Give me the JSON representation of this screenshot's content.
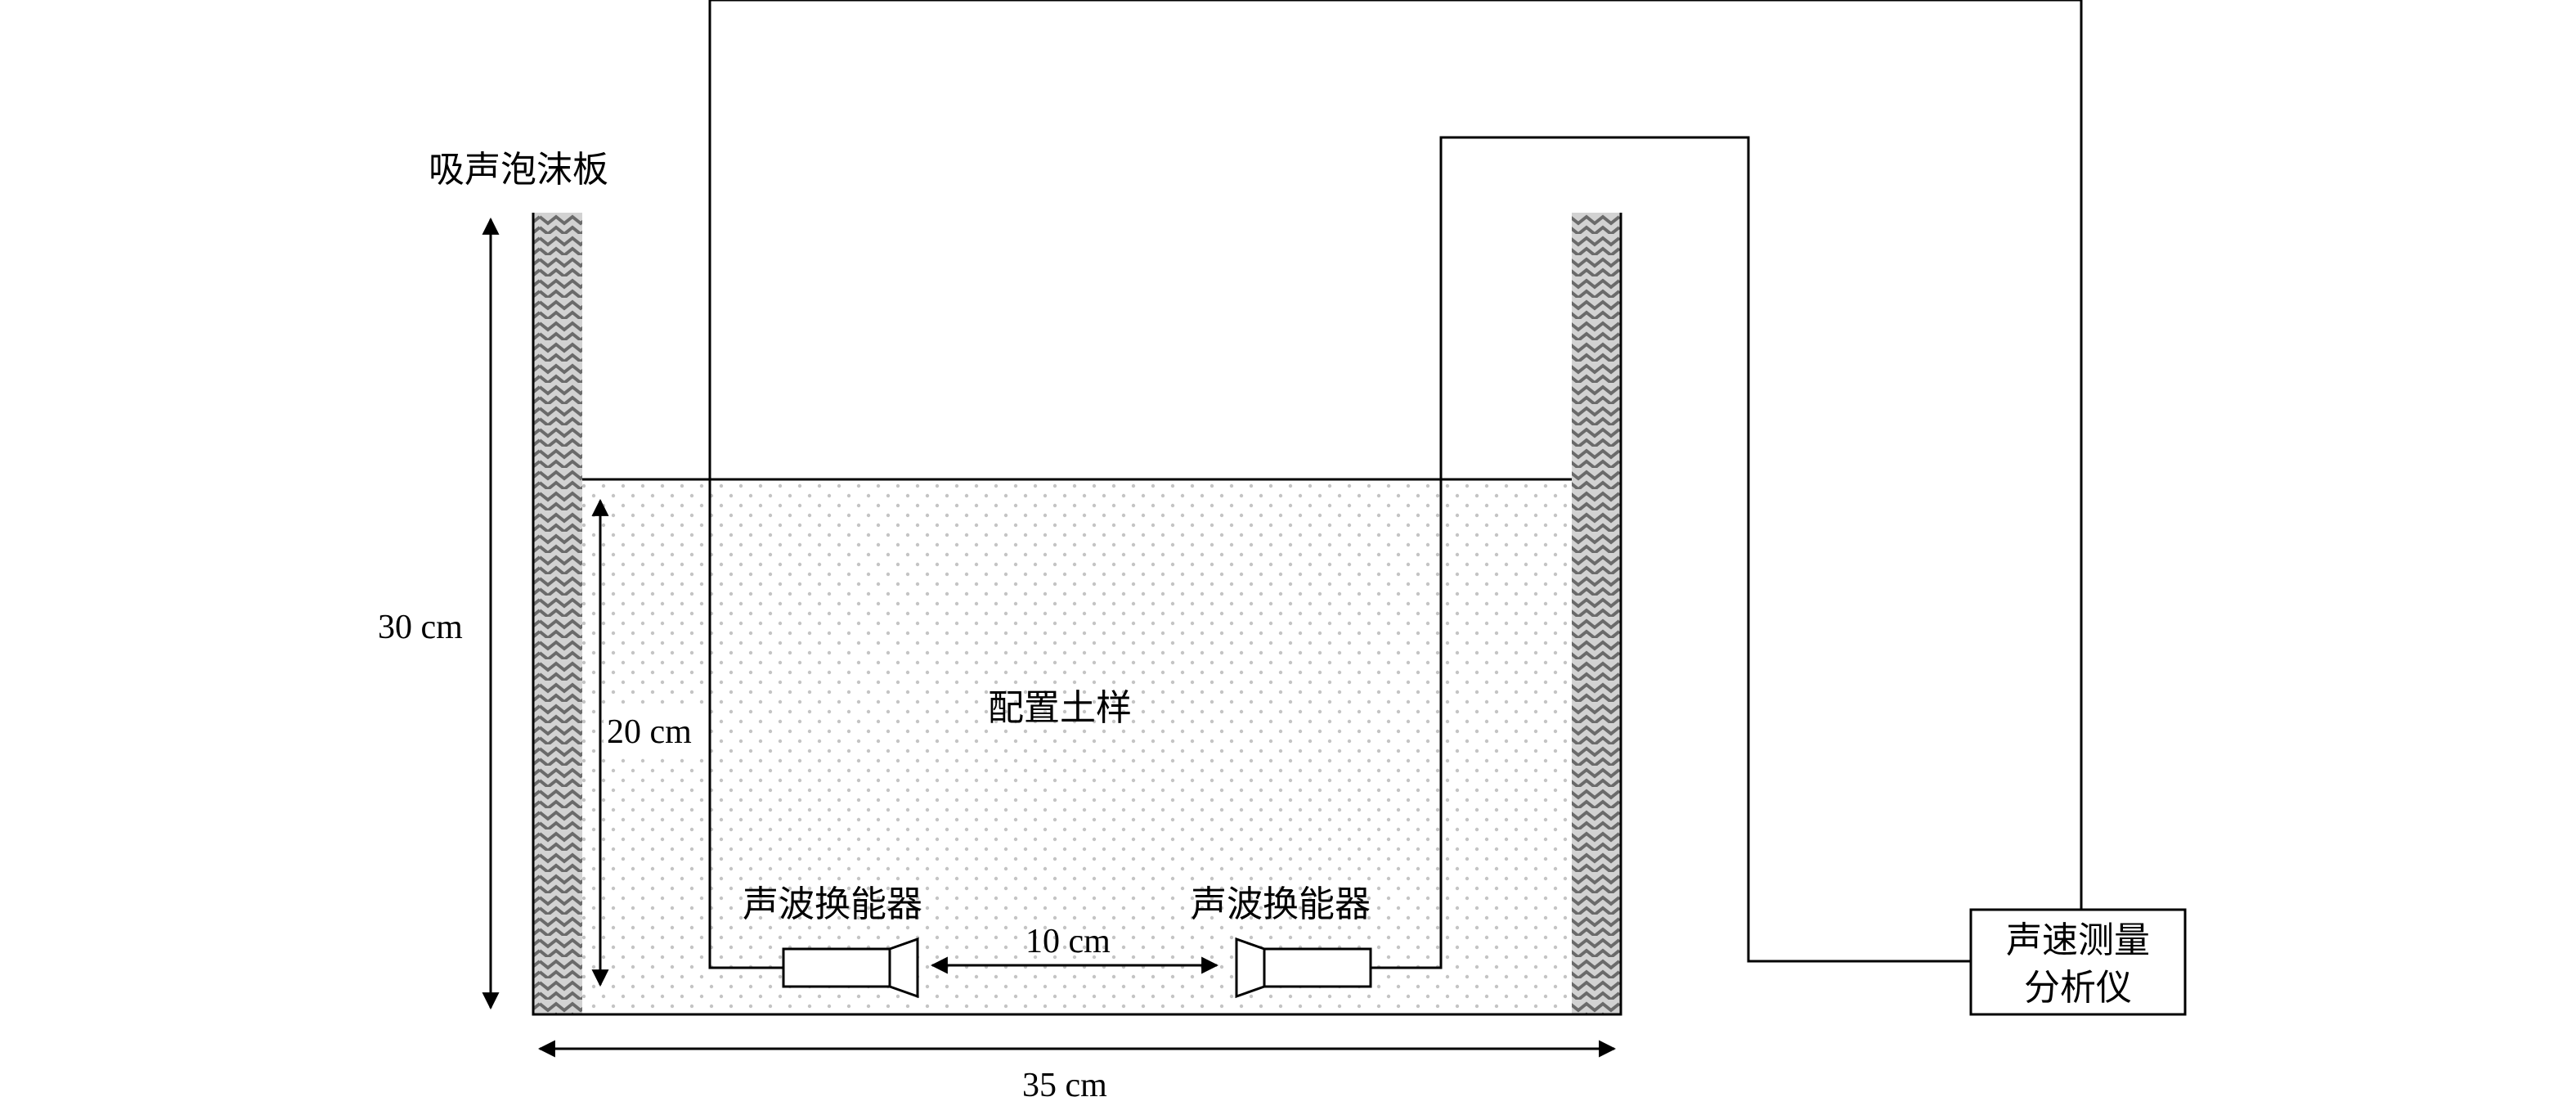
{
  "labels": {
    "foam_board": "吸声泡沫板",
    "soil_sample": "配置土样",
    "transducer_left": "声波换能器",
    "transducer_right": "声波换能器",
    "analyzer_line1": "声速测量",
    "analyzer_line2": "分析仪"
  },
  "dimensions": {
    "height_total": "30 cm",
    "height_soil": "20 cm",
    "transducer_spacing": "10 cm",
    "width_total": "35 cm"
  },
  "colors": {
    "line": "#000000",
    "foam_fill": "#9a9a9a",
    "soil_dot": "#c4c4c4",
    "background": "#ffffff"
  }
}
